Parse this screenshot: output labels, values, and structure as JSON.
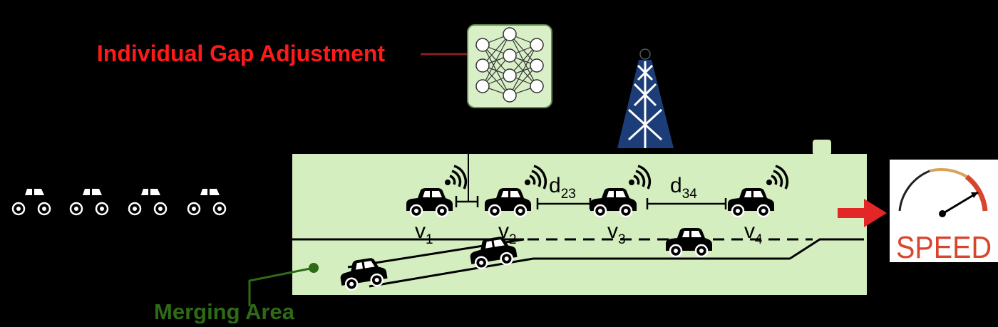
{
  "title": "Individual Gap Adjustment",
  "merging_label": "Merging Area",
  "speed_label": "SPEED",
  "vehicles": [
    {
      "id": "v1",
      "letter": "v",
      "sub": "1"
    },
    {
      "id": "v2",
      "letter": "v",
      "sub": "2"
    },
    {
      "id": "v3",
      "letter": "v",
      "sub": "3"
    },
    {
      "id": "v4",
      "letter": "v",
      "sub": "4"
    }
  ],
  "gaps": [
    {
      "id": "d23",
      "letter": "d",
      "sub": "23"
    },
    {
      "id": "d34",
      "letter": "d",
      "sub": "34"
    }
  ],
  "colors": {
    "title": "#ff1a1a",
    "merging_label": "#2e6b17",
    "road_area": "#d4eec0",
    "nn_box": "#d8efc8",
    "tower": "#1c3d78",
    "speed_text": "#d9442c",
    "arrow": "#e32626"
  },
  "icons": [
    "neural-network-icon",
    "cell-tower-icon",
    "wifi-signal-icon",
    "car-icon",
    "speedometer-icon"
  ]
}
